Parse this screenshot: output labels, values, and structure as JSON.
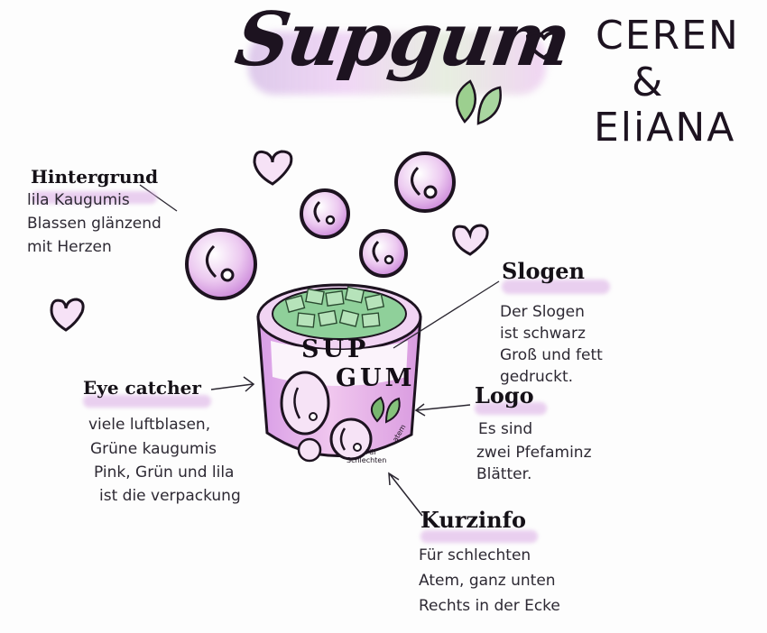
{
  "header": {
    "title": "Supgum",
    "authors_line1": "CEREN",
    "authors_line2": "&",
    "authors_line3": "EliANA"
  },
  "annotations": {
    "background": {
      "label": "Hintergrund",
      "lines": [
        "lila Kaugumis",
        "Blassen glänzend",
        "mit Herzen"
      ]
    },
    "slogan": {
      "label": "Slogen",
      "lines": [
        "Der Slogen",
        "ist schwarz",
        "Groß und fett",
        "gedruckt."
      ]
    },
    "eye_catcher": {
      "label": "Eye catcher",
      "lines": [
        "viele luftblasen,",
        "Grüne kaugumis",
        "Pink, Grün und lila",
        "ist die verpackung"
      ]
    },
    "logo": {
      "label": "Logo",
      "lines": [
        "Es sind",
        "zwei Pfefaminz",
        "Blätter."
      ]
    },
    "short_info": {
      "label": "Kurzinfo",
      "lines": [
        "Für schlechten",
        "Atem, ganz unten",
        "Rechts in der Ecke"
      ]
    }
  },
  "package": {
    "brand_line1": "SUP",
    "brand_line2": "GUM",
    "small_text_1": "Für",
    "small_text_2": "Schlechten",
    "small_text_3": "atem"
  },
  "colors": {
    "ink": "#1d1320",
    "lilac": "#d9a9e6",
    "pink": "#e6a2d8",
    "mint": "#8fce9a",
    "leaf": "#6fae6a"
  }
}
